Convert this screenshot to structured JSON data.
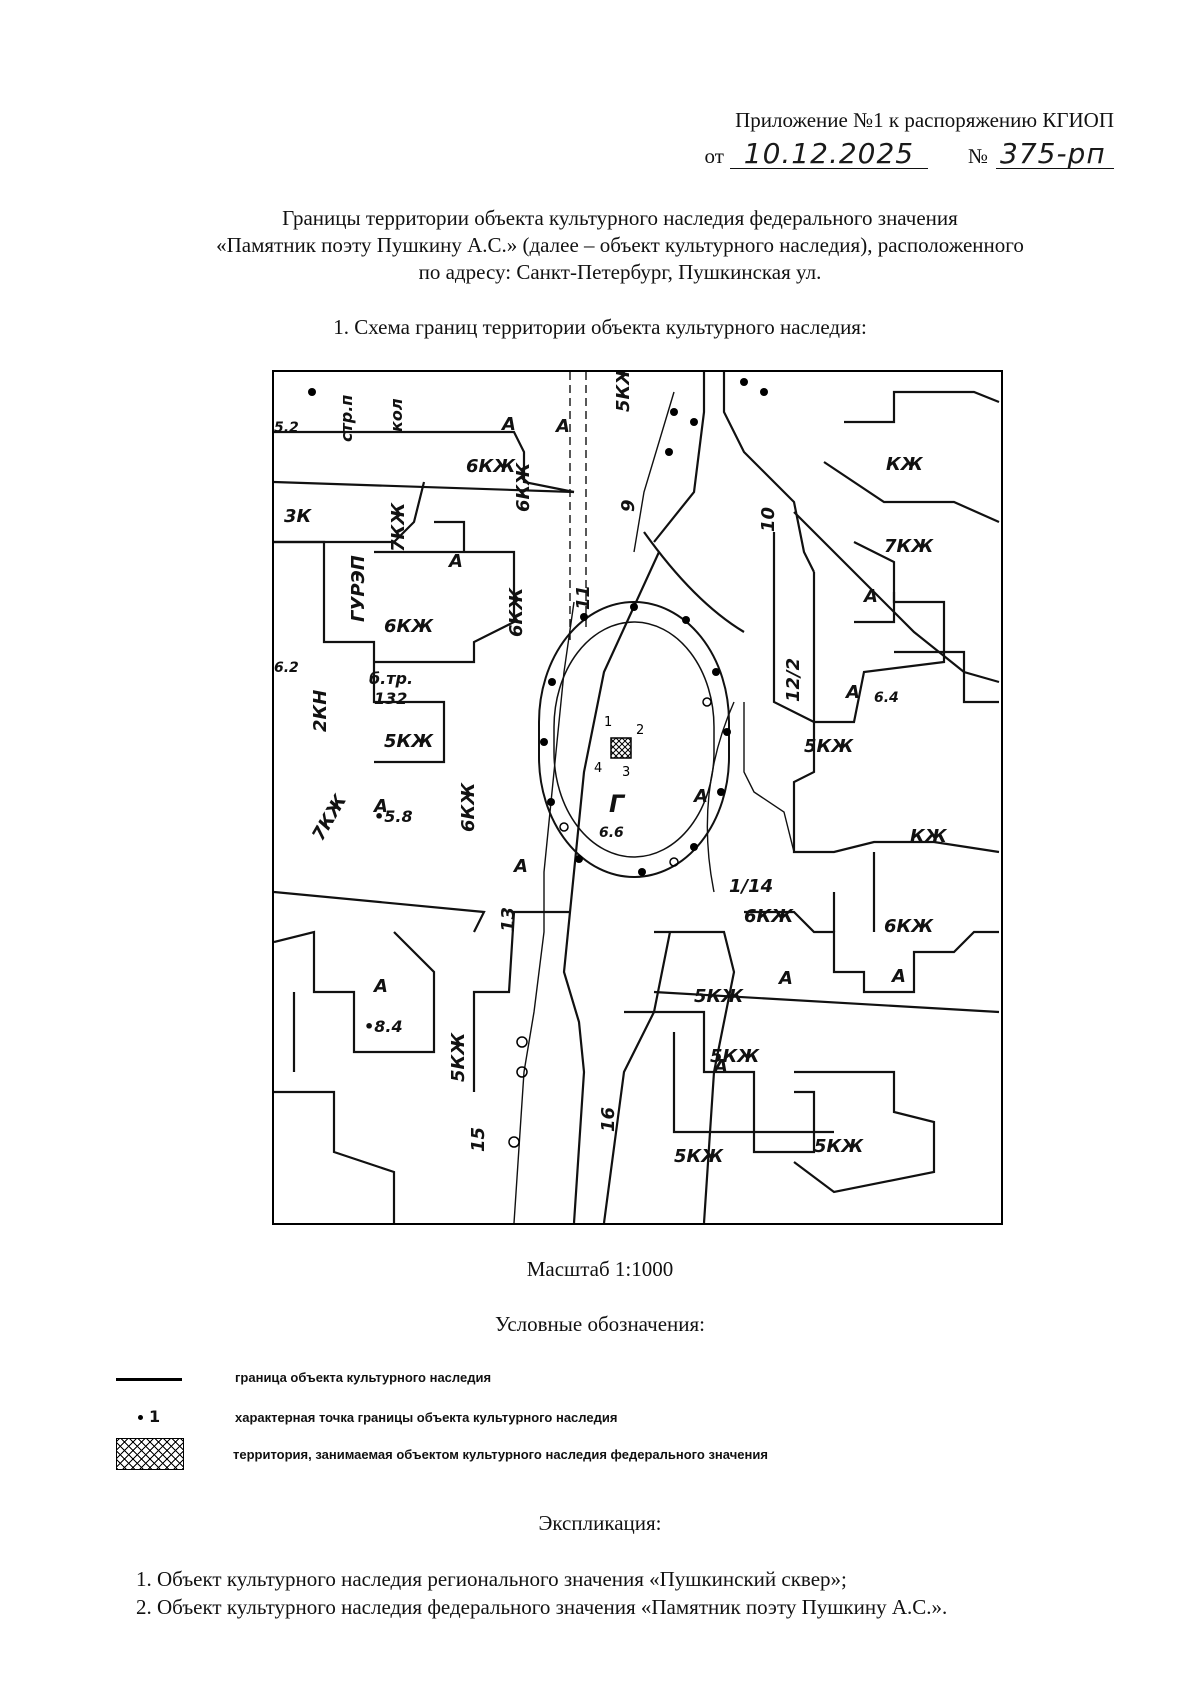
{
  "header": {
    "line1": "Приложение №1 к распоряжению КГИОП",
    "from_label": "от",
    "date_handwritten": "10.12.2025",
    "number_label": "№",
    "number_handwritten": "375-рп"
  },
  "title": {
    "line1": "Границы территории объекта культурного наследия федерального значения",
    "line2": "«Памятник поэту Пушкину А.С.» (далее – объект культурного наследия), расположенного",
    "line3": "по адресу: Санкт-Петербург, Пушкинская ул."
  },
  "section1": "1.   Схема границ территории объекта культурного наследия:",
  "map": {
    "labels": {
      "b6kzh_top": "6КЖ",
      "b6kzh_mid": "6КЖ",
      "b6kzh_v1": "6КЖ",
      "b6kzh_v2": "6КЖ",
      "b6kzh_v3": "6КЖ",
      "b7kzh_top": "7КЖ",
      "b7kzh_right": "7КЖ",
      "b7kzh_left": "7КЖ",
      "b5kzh_mid": "5КЖ",
      "b5kzh_r1": "5КЖ",
      "b5kzh_r2": "5КЖ",
      "b5kzh_r3": "5КЖ",
      "b5kzh_r4": "5КЖ",
      "b5kzh_low": "5КЖ",
      "b5kzh_top": "5КЖ",
      "b6kzh_r1": "6КЖ",
      "b6kzh_r2": "6КЖ",
      "b3k": "3К",
      "b2kn": "2КН",
      "gurep": "ГУРЭП",
      "strp": "стр.п",
      "kol": "кол",
      "btr": "б.тр.",
      "btr_num": "132",
      "n9": "9",
      "n10": "10",
      "n11": "11",
      "n12": "12/2",
      "n13": "13",
      "n14": "1/14",
      "n15": "15",
      "n16": "16",
      "a": "А",
      "g": "Г",
      "h66": "6.6",
      "h64": "6.4",
      "h58": "•5.8",
      "h84": "•8.4",
      "h62": "6.2",
      "h52": "5.2",
      "pt1": "1",
      "pt2": "2",
      "pt3": "3",
      "pt4": "4",
      "kzh": "КЖ"
    }
  },
  "scale": "Масштаб 1:1000",
  "legend": {
    "title": "Условные обозначения:",
    "items": [
      {
        "symbol": "line",
        "text": "граница объекта культурного наследия"
      },
      {
        "symbol": "point",
        "symbol_label": "1",
        "text": "характерная точка границы объекта культурного наследия"
      },
      {
        "symbol": "hatch",
        "text": "территория, занимаемая объектом культурного наследия федерального значения"
      }
    ]
  },
  "explication": {
    "title": "Экспликация:",
    "items": [
      "1.   Объект культурного наследия регионального значения «Пушкинский сквер»;",
      "2.   Объект культурного наследия федерального значения «Памятник поэту Пушкину А.С.»."
    ]
  }
}
